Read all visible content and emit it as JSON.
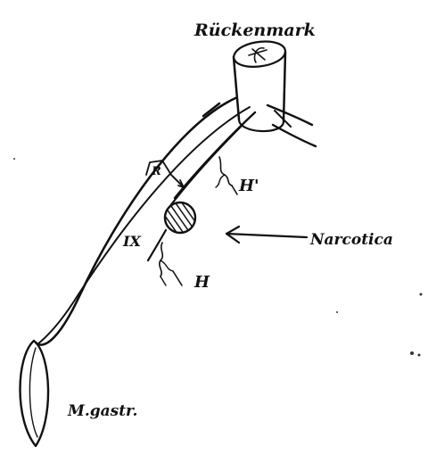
{
  "labels": {
    "spinal_cord": "Rückenmark",
    "reflex": "R",
    "nerve_ix": "IX",
    "h_prime": "H'",
    "h": "H",
    "narcotica": "Narcotica",
    "muscle": "M.gastr."
  },
  "colors": {
    "ink": "#111111",
    "background": "#ffffff"
  }
}
